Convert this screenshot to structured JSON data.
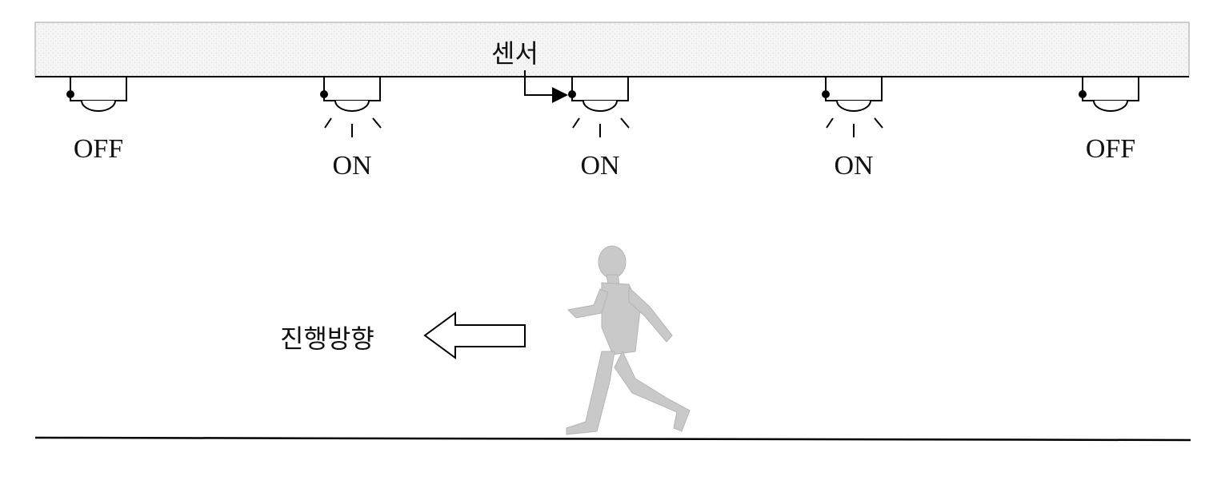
{
  "diagram": {
    "sensor_label": "센서",
    "direction_label": "진행방향",
    "lights": [
      {
        "state": "OFF",
        "lit": false
      },
      {
        "state": "ON",
        "lit": true
      },
      {
        "state": "ON",
        "lit": true
      },
      {
        "state": "ON",
        "lit": true
      },
      {
        "state": "OFF",
        "lit": false
      }
    ]
  }
}
